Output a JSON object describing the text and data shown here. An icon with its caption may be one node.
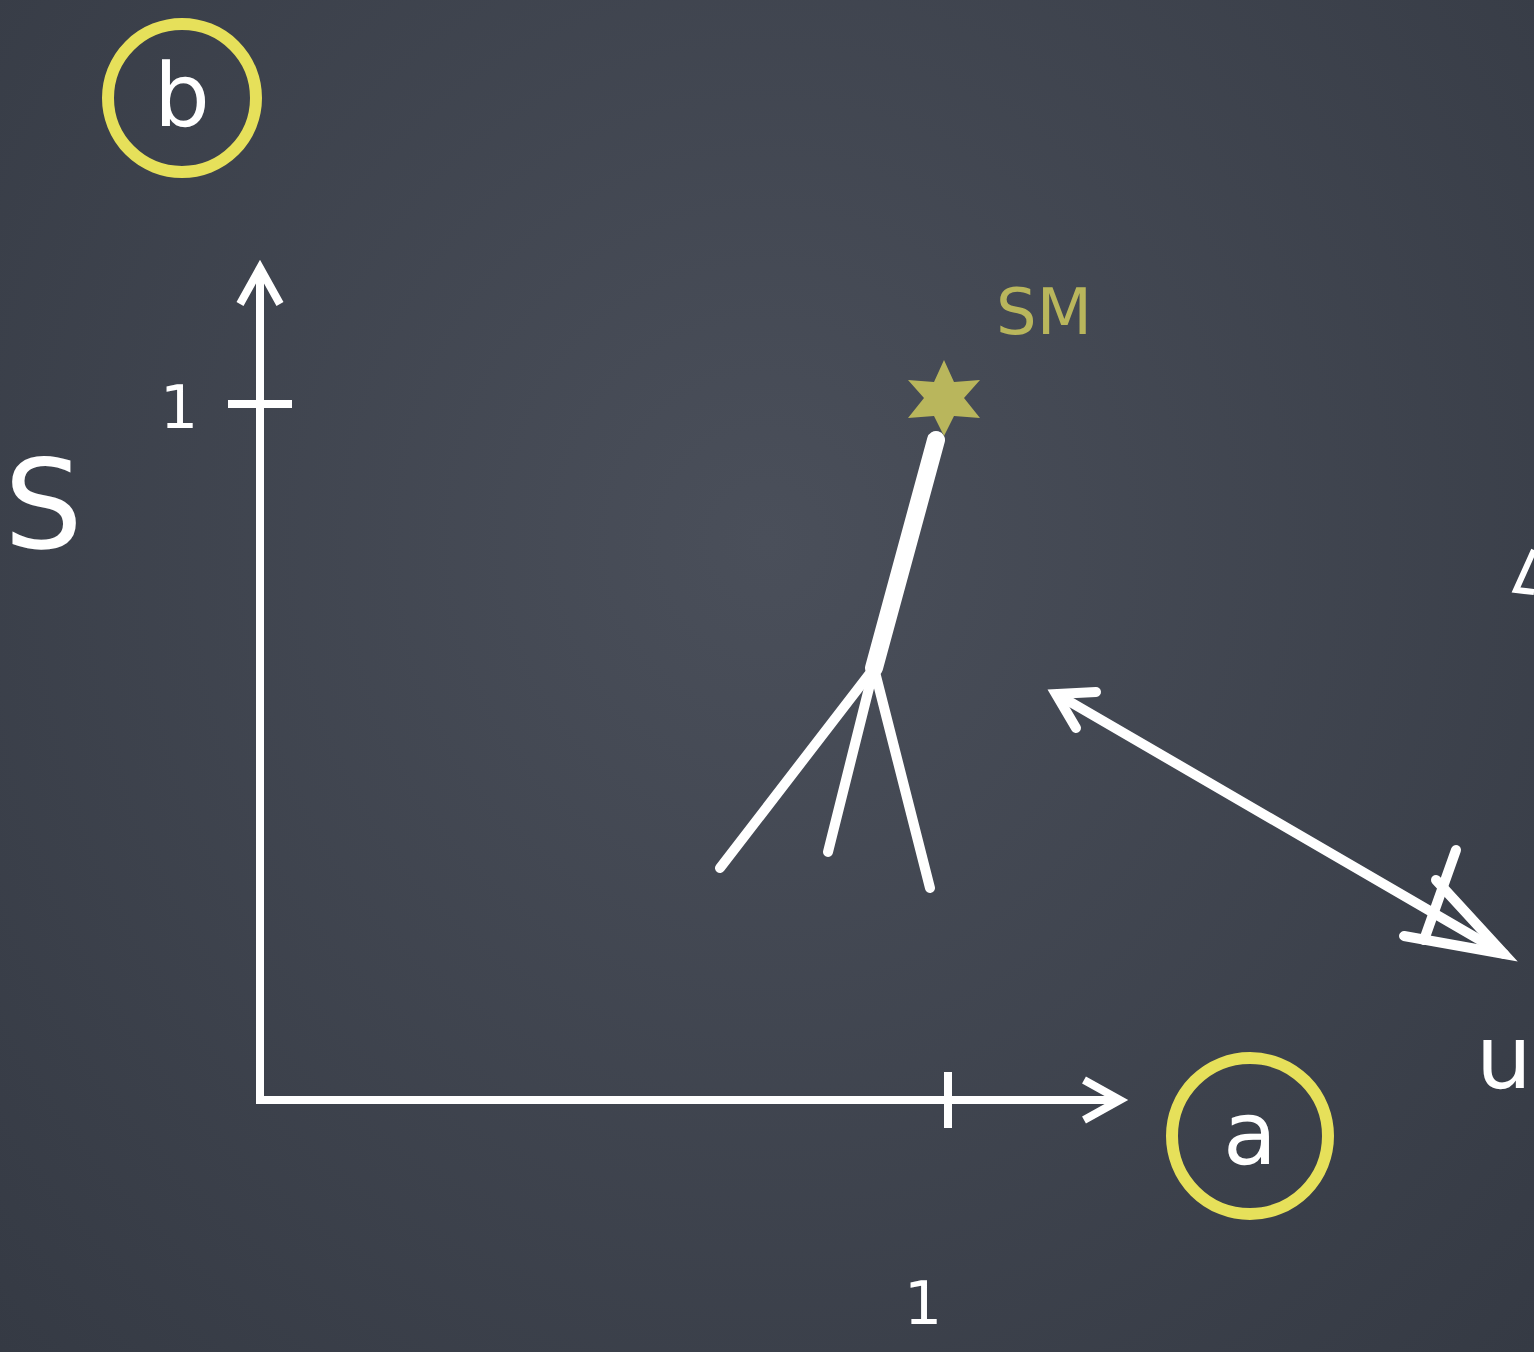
{
  "diagram": {
    "nodes": [
      {
        "text": [
          "b"
        ]
      },
      {
        "text": [],
        "shape": "picture",
        "beside": [
          "SM"
        ]
      },
      {
        "text": [
          "a"
        ]
      }
    ],
    "labels": [
      "1",
      "S",
      "u",
      "1"
    ]
  }
}
